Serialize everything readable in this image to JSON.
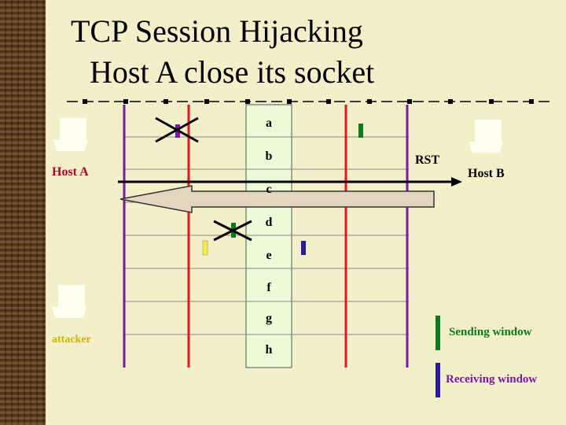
{
  "title": {
    "line1": "TCP Session Hijacking",
    "line2": "Host A close its socket"
  },
  "hosts": {
    "host_a": "Host A",
    "host_b": "Host B",
    "attacker": "attacker"
  },
  "rst_label": "RST",
  "sequence_labels": [
    "a",
    "b",
    "c",
    "d",
    "e",
    "f",
    "g",
    "h"
  ],
  "legend": {
    "sending": "Sending window",
    "receiving": "Receiving window"
  },
  "colors": {
    "background": "#f3efc9",
    "host_a_label": "#b4002a",
    "host_b_label": "#000000",
    "attacker_label": "#c9b600",
    "sending_window": "#e8141e",
    "receiving_window": "#7a18a8",
    "segment_fill": "#ecfbd7",
    "legend_sending_marker": "#0a7a1c",
    "legend_receiving_marker": "#2a1aa0"
  }
}
